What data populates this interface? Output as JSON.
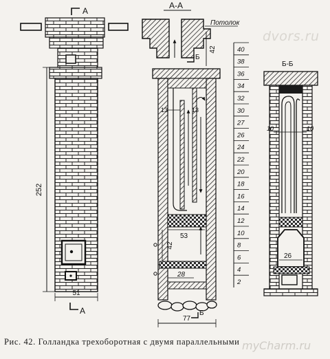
{
  "watermarks": {
    "top": "dvors.ru",
    "bottom": "myCharm.ru"
  },
  "caption": "Рис. 42. Голландка трехоборотная с двумя параллельными",
  "front_view": {
    "section_mark_top": "А",
    "section_mark_bottom": "А",
    "height_dim": "252",
    "width_dim": "51"
  },
  "section_aa": {
    "title": "А-А",
    "ceiling_label": "Потолок",
    "dim_42_top": "42",
    "section_mark_b_top": "Б",
    "section_mark_b_bottom": "Б",
    "dim_13_left": "13",
    "dim_13_right": "13",
    "dim_53": "53",
    "dim_42_door": "42",
    "dim_28": "28",
    "width_dim": "77"
  },
  "row_scale": [
    "40",
    "38",
    "36",
    "34",
    "32",
    "30",
    "27",
    "26",
    "24",
    "22",
    "20",
    "18",
    "16",
    "14",
    "12",
    "10",
    "8",
    "6",
    "4",
    "2"
  ],
  "section_bb": {
    "title": "Б-Б",
    "dim_10_left": "10",
    "dim_10_right": "10",
    "dim_26": "26"
  }
}
